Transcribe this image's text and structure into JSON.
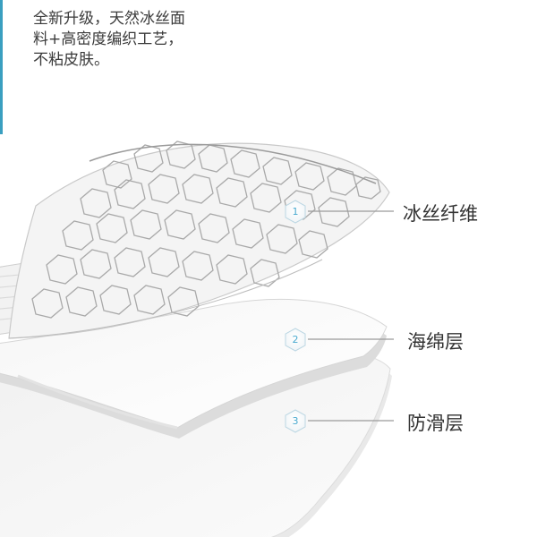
{
  "intro": {
    "line1": "全新升级，天然冰丝面",
    "line2": "料+高密度编织工艺，",
    "line3": "不粘皮肤。"
  },
  "layers": [
    {
      "number": "1",
      "label": "冰丝纤维"
    },
    {
      "number": "2",
      "label": "海绵层"
    },
    {
      "number": "3",
      "label": "防滑层"
    }
  ],
  "colors": {
    "accent": "#3a9fc0",
    "badge": "#48a9cf",
    "pad_shadow": "#d8d8d8",
    "mesh": "#a9a9a9"
  }
}
